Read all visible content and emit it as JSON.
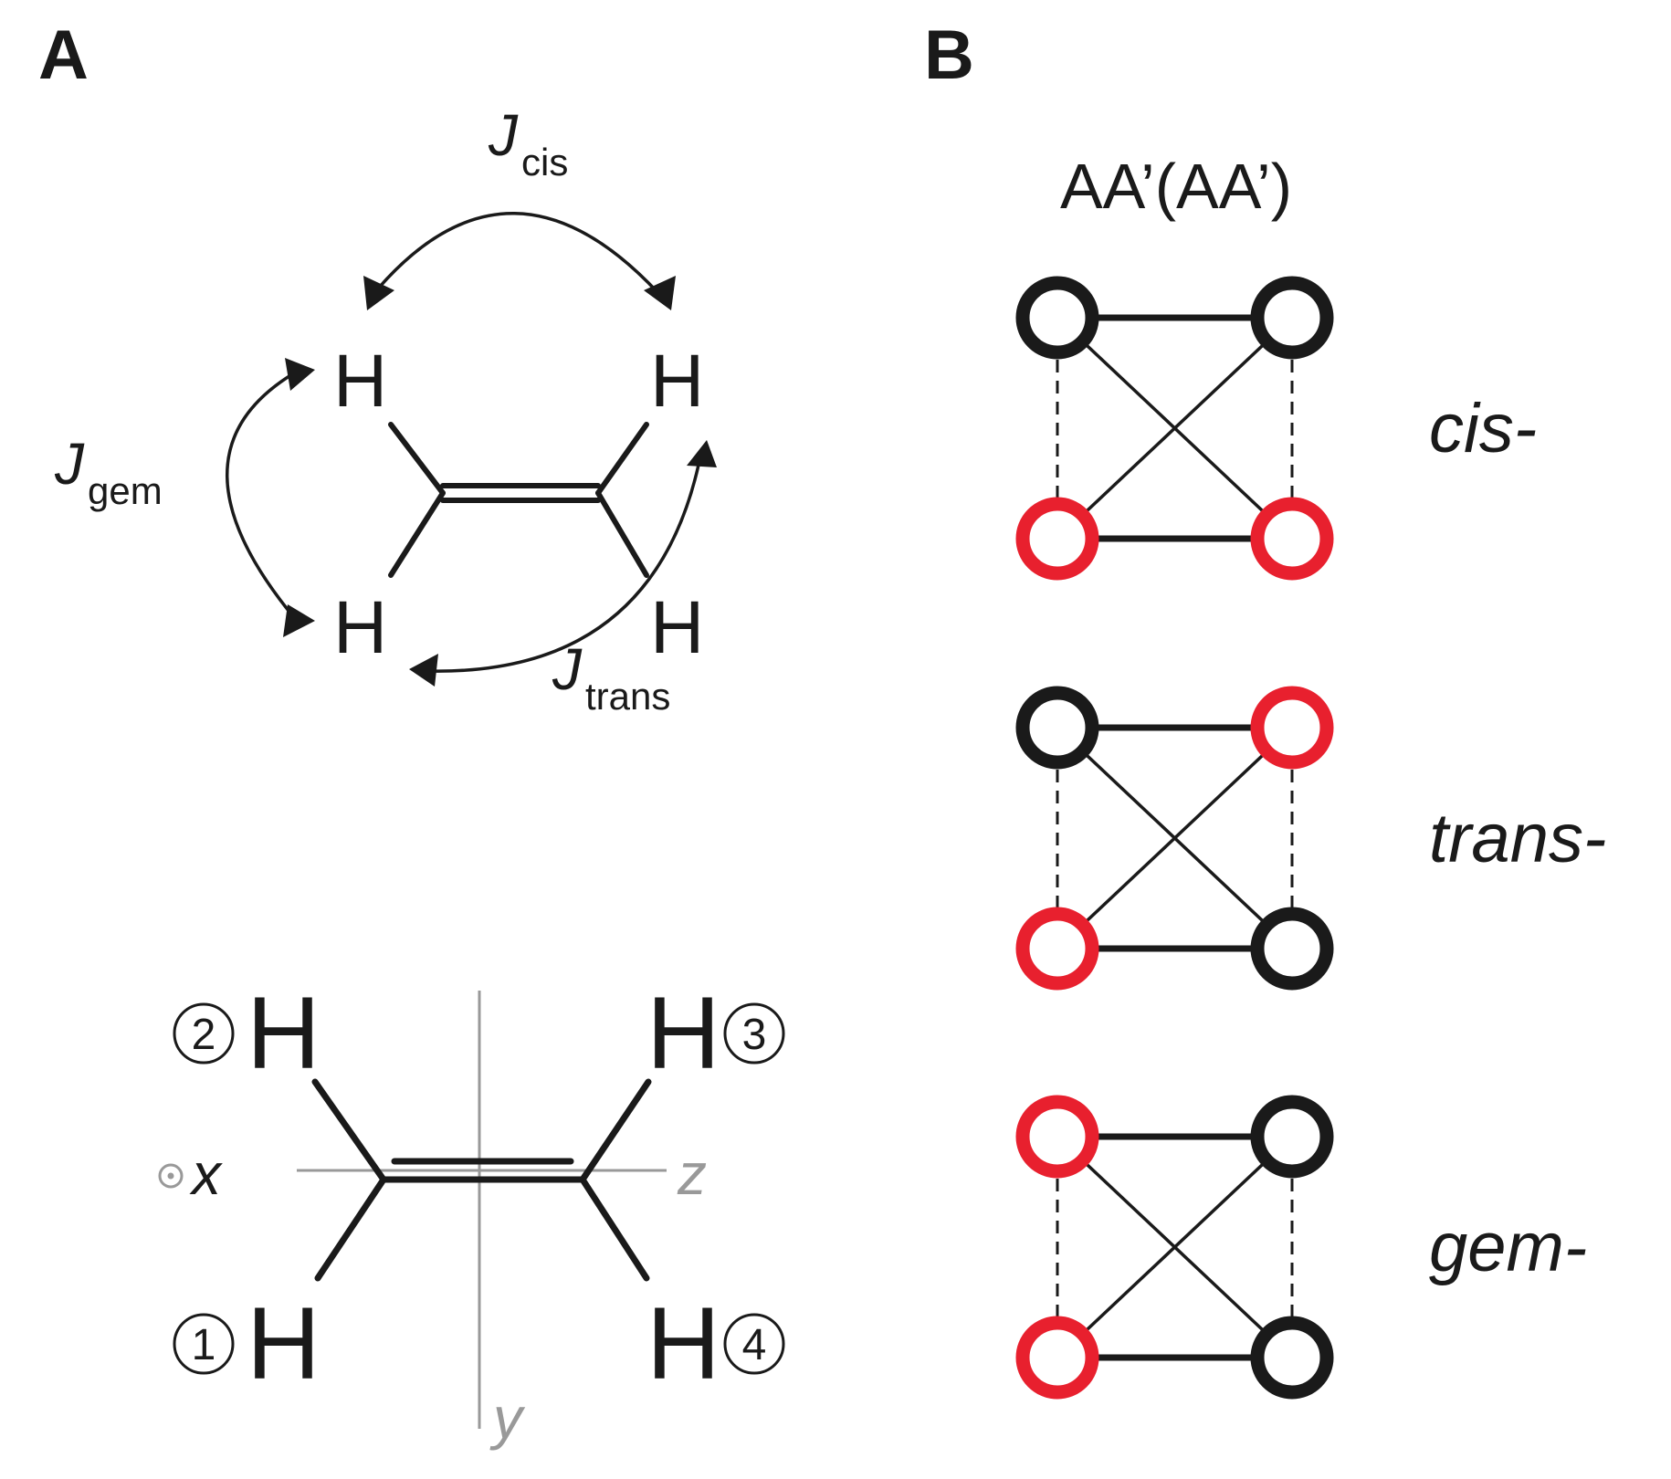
{
  "panels": {
    "a_label": "A",
    "b_label": "B"
  },
  "molecule_top": {
    "h_label": "H",
    "couplings": [
      {
        "main": "J",
        "sub": "cis"
      },
      {
        "main": "J",
        "sub": "gem"
      },
      {
        "main": "J",
        "sub": "trans"
      }
    ]
  },
  "molecule_bottom": {
    "h_label": "H",
    "numbers": [
      "1",
      "2",
      "3",
      "4"
    ],
    "axes": {
      "x": "x",
      "y": "y",
      "z": "z"
    }
  },
  "spin_system": {
    "title": "AA’(AA’)",
    "rows": [
      {
        "label": "cis-",
        "tl": "black",
        "tr": "black",
        "bl": "red",
        "br": "red"
      },
      {
        "label": "trans-",
        "tl": "black",
        "tr": "red",
        "bl": "red",
        "br": "black"
      },
      {
        "label": "gem-",
        "tl": "red",
        "tr": "black",
        "bl": "red",
        "br": "black"
      }
    ]
  },
  "colors": {
    "black": "#1a1a1a",
    "red": "#e8202e",
    "axis": "#999999"
  }
}
